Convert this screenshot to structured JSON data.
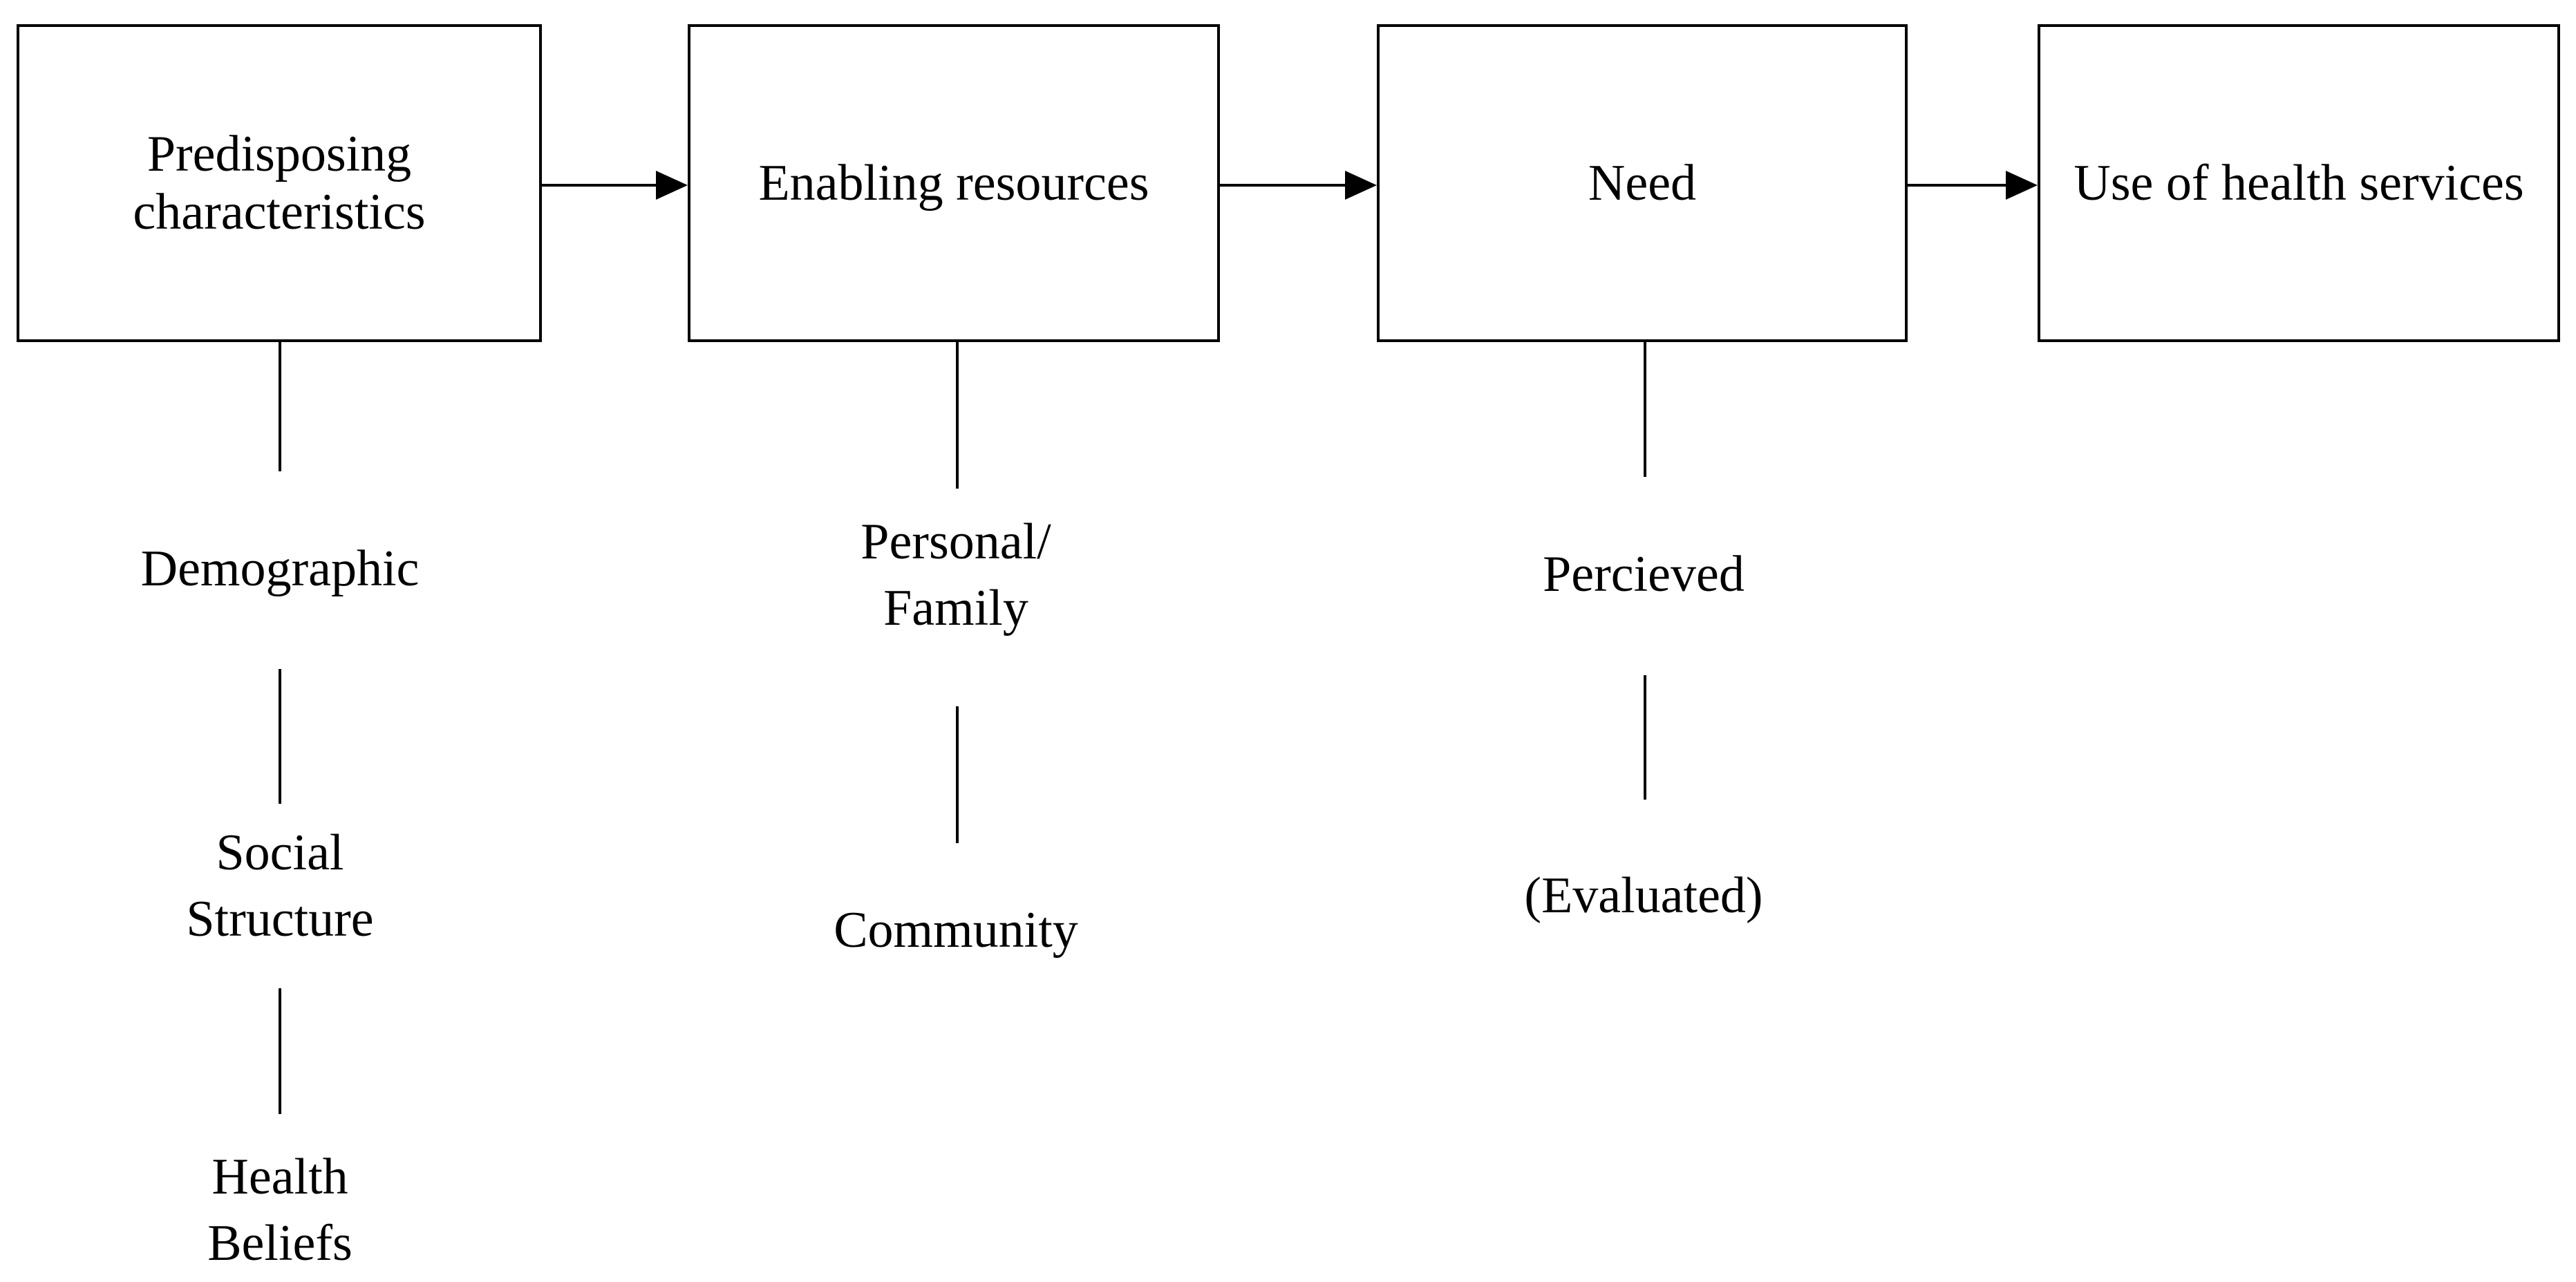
{
  "diagram": {
    "boxes": [
      {
        "id": "predisposing",
        "label": "Predisposing\ncharacteristics"
      },
      {
        "id": "enabling",
        "label": "Enabling resources"
      },
      {
        "id": "need",
        "label": "Need"
      },
      {
        "id": "use",
        "label": "Use of health services"
      }
    ],
    "flow_order": [
      "Predisposing characteristics",
      "Enabling resources",
      "Need",
      "Use of health services"
    ],
    "sub_labels": {
      "predisposing": [
        "Demographic",
        "Social\nStructure",
        "Health\nBeliefs"
      ],
      "enabling": [
        "Personal/\nFamily",
        "Community"
      ],
      "need": [
        "Percieved",
        "(Evaluated)"
      ]
    },
    "colors": {
      "line": "#000000",
      "text": "#000000",
      "background": "#ffffff"
    }
  }
}
